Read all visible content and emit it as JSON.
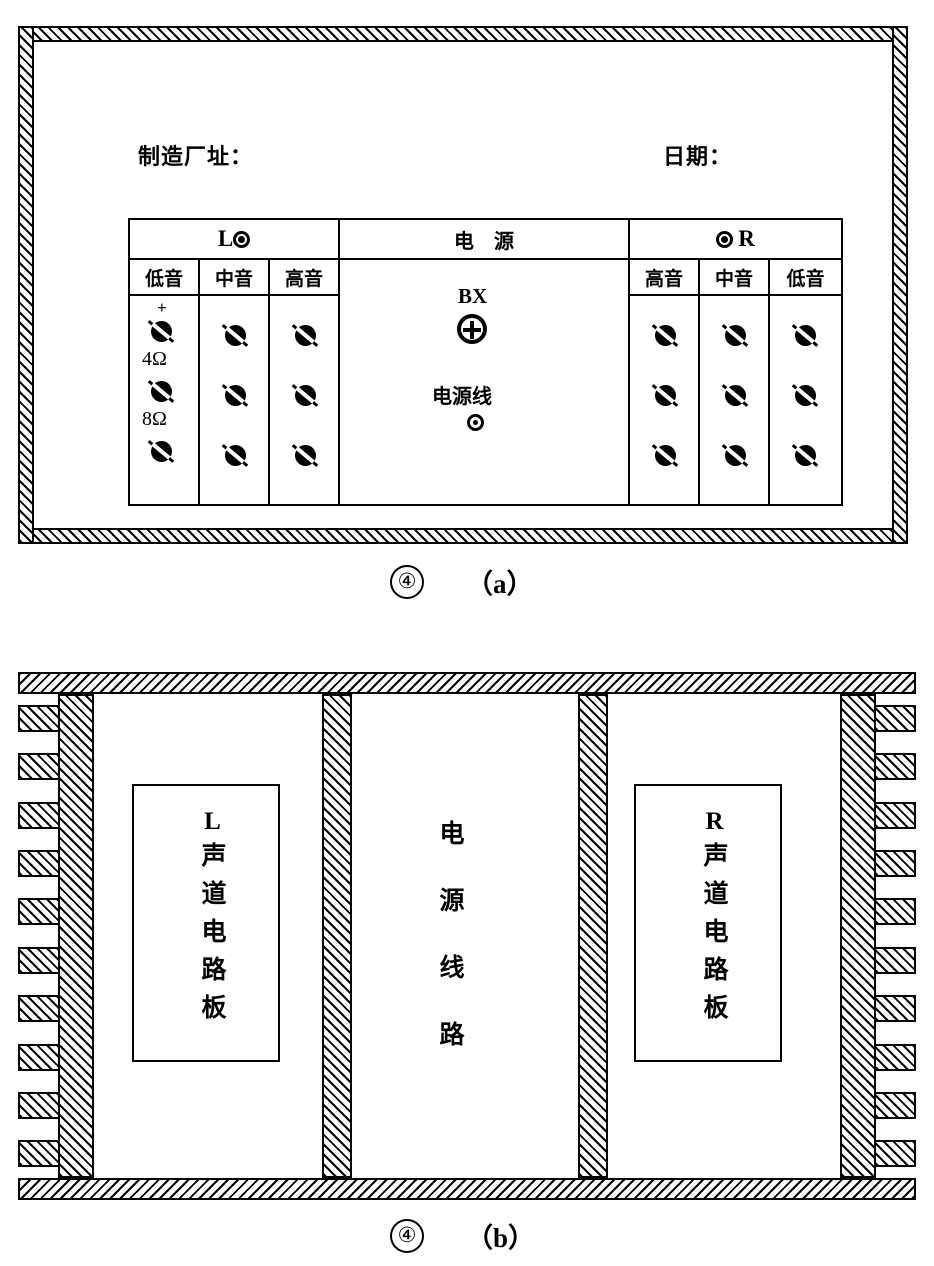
{
  "panel_a": {
    "caption_number": "④",
    "caption_label": "（a）",
    "manufacturer_label": "制造厂址：",
    "date_label": "日期：",
    "table": {
      "headers": [
        {
          "key": "left",
          "text": "L",
          "icon": "rca-jack-icon",
          "icon_side": "right"
        },
        {
          "key": "power",
          "text": "电　源",
          "icon": null
        },
        {
          "key": "right",
          "text": "R",
          "icon": "rca-jack-icon",
          "icon_side": "left"
        }
      ],
      "left_columns": [
        "低音",
        "中音",
        "高音"
      ],
      "right_columns": [
        "高音",
        "中音",
        "低音"
      ],
      "impedance_labels": [
        "+",
        "4Ω",
        "8Ω"
      ],
      "terminals_per_column": 3
    },
    "power_section": {
      "fuse_label": "BX",
      "fuse_icon": "fuse-circle-cross-icon",
      "cord_label": "电源线",
      "cord_icon": "cord-hole-icon"
    }
  },
  "panel_b": {
    "caption_number": "④",
    "caption_label": "（b）",
    "left_board_label": "L声道电路板",
    "left_board_prefix": "L",
    "left_board_text": "声道电路板",
    "center_label_text": "电源线路",
    "right_board_prefix": "R",
    "right_board_text": "声道电路板",
    "heatsink_fin_count": 10
  },
  "colors": {
    "ink": "#000000",
    "paper": "#ffffff"
  }
}
